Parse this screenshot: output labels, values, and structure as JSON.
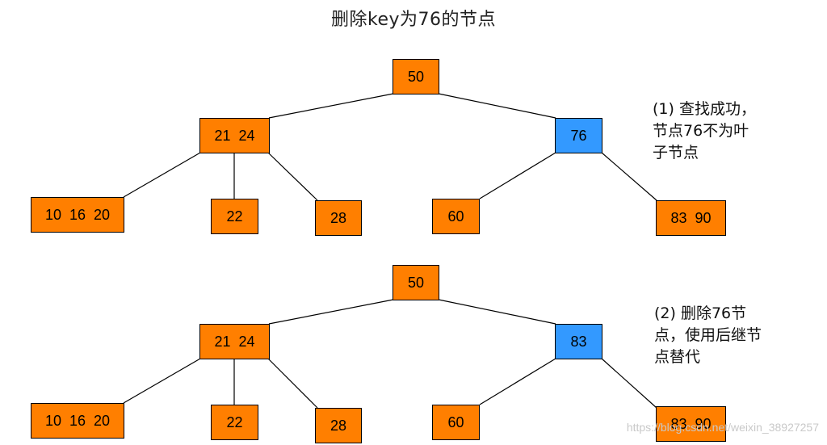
{
  "title": "删除key为76的节点",
  "colors": {
    "node": "#ff7f00",
    "highlight": "#3399ff"
  },
  "tree1": {
    "root": "50",
    "left": "21  24",
    "right": "76",
    "ll": "10  16  20",
    "lm": "22",
    "lr": "28",
    "rl": "60",
    "rr": "83  90",
    "note": [
      "(1) 查找成功，",
      "节点76不为叶",
      "子节点"
    ]
  },
  "tree2": {
    "root": "50",
    "left": "21  24",
    "right": "83",
    "ll": "10  16  20",
    "lm": "22",
    "lr": "28",
    "rl": "60",
    "rr": "83  90",
    "note": [
      "(2) 删除76节",
      "点，使用后继节",
      "点替代"
    ]
  },
  "watermark": "https://blog.csdn.net/weixin_38927257"
}
